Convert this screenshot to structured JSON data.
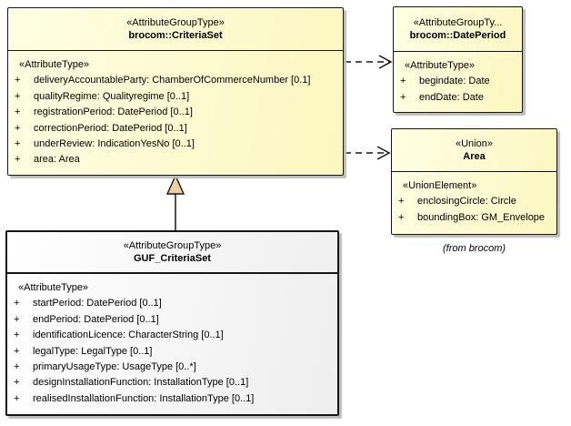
{
  "diagram": {
    "classes": {
      "criteriaSet": {
        "stereotype": "«AttributeGroupType»",
        "name": "brocom::CriteriaSet",
        "section_label": "«AttributeType»",
        "attributes": [
          {
            "vis": "+",
            "text": "deliveryAccountableParty: ChamberOfCommerceNumber [0.1]"
          },
          {
            "vis": "+",
            "text": "qualityRegime: Qualityregime [0..1]"
          },
          {
            "vis": "+",
            "text": "registrationPeriod: DatePeriod [0..1]"
          },
          {
            "vis": "+",
            "text": "correctionPeriod: DatePeriod [0..1]"
          },
          {
            "vis": "+",
            "text": "underReview: IndicationYesNo [0..1]"
          },
          {
            "vis": "+",
            "text": "area: Area"
          }
        ]
      },
      "datePeriod": {
        "stereotype": "«AttributeGroupTy...",
        "name": "brocom::DatePeriod",
        "section_label": "«AttributeType»",
        "attributes": [
          {
            "vis": "+",
            "text": "begindate: Date"
          },
          {
            "vis": "+",
            "text": "endDate: Date"
          }
        ]
      },
      "area": {
        "stereotype": "«Union»",
        "name": "Area",
        "section_label": "«UnionElement»",
        "attributes": [
          {
            "vis": "+",
            "text": "enclosingCircle: Circle"
          },
          {
            "vis": "+",
            "text": "boundingBox: GM_Envelope"
          }
        ]
      },
      "gufCriteriaSet": {
        "stereotype": "«AttributeGroupType»",
        "name": "GUF_CriteriaSet",
        "section_label": "«AttributeType»",
        "attributes": [
          {
            "vis": "+",
            "text": "startPeriod: DatePeriod [0..1]"
          },
          {
            "vis": "+",
            "text": "endPeriod: DatePeriod [0..1]"
          },
          {
            "vis": "+",
            "text": "identificationLicence: CharacterString [0..1]"
          },
          {
            "vis": "+",
            "text": "legalType: LegalType [0..1]"
          },
          {
            "vis": "+",
            "text": "primaryUsageType: UsageType [0..*]"
          },
          {
            "vis": "+",
            "text": "designInstallationFunction: InstallationType [0..1]"
          },
          {
            "vis": "+",
            "text": "realisedInstallationFunction: InstallationType [0..1]"
          }
        ]
      }
    },
    "annotations": {
      "from_note": "(from brocom)"
    },
    "colors": {
      "class_fill": "#fdfacc",
      "guf_fill": "#f5f5f5",
      "border": "#161616",
      "generalization_triangle_fill": "#f2cfa2",
      "shadow": "#bdbdbd"
    }
  }
}
